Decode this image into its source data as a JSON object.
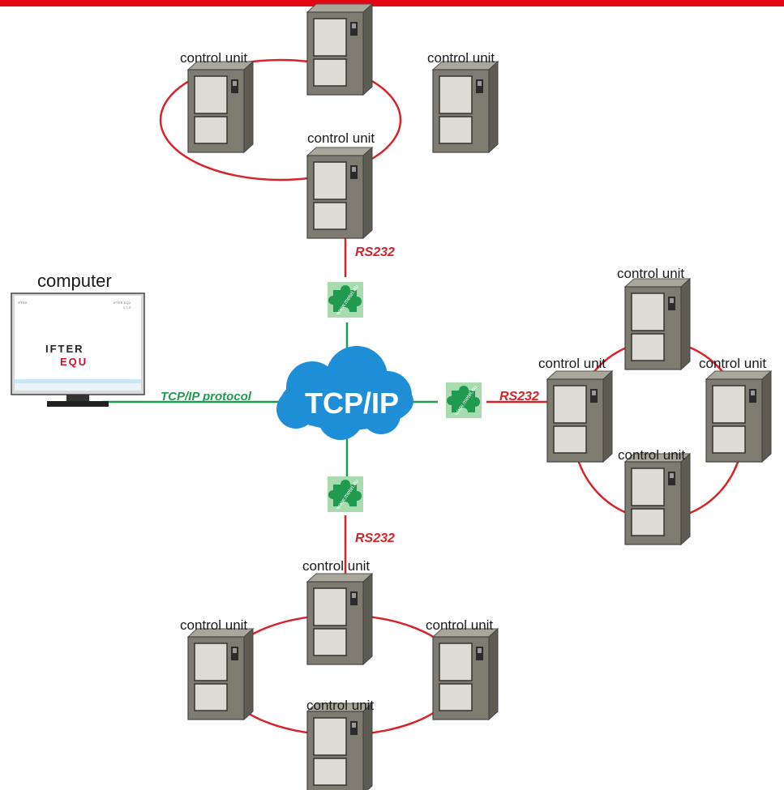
{
  "colors": {
    "top_bar": "#e30613",
    "rs232_line": "#d8232a",
    "network_line": "#1f9a4f",
    "cloud": "#1e8fd6",
    "converter_bg": "#a8dcb0",
    "converter_piece": "#1f9a4f",
    "unit_body": "#7e7c71"
  },
  "computer": {
    "label": "computer",
    "screen_title": "IFTER",
    "screen_subtitle": "EQU",
    "corner_left": "IFTER",
    "corner_right_top": "IFTER EQU",
    "corner_right_bottom": "V 1.0"
  },
  "network": {
    "cloud_label": "TCP/IP",
    "link_label": "TCP/IP protocol",
    "converter_text": "www.metel.eu"
  },
  "rings": [
    {
      "name": "top",
      "rs232_label": "RS232",
      "units": [
        {
          "label": ""
        },
        {
          "label": "control unit"
        },
        {
          "label": "control unit"
        },
        {
          "label": "control unit"
        }
      ]
    },
    {
      "name": "right",
      "rs232_label": "RS232",
      "units": [
        {
          "label": "control unit"
        },
        {
          "label": "control unit"
        },
        {
          "label": "control unit"
        },
        {
          "label": "control unit"
        }
      ]
    },
    {
      "name": "bottom",
      "rs232_label": "RS232",
      "units": [
        {
          "label": "control unit"
        },
        {
          "label": "control unit"
        },
        {
          "label": "control unit"
        },
        {
          "label": "control unit"
        }
      ]
    }
  ]
}
